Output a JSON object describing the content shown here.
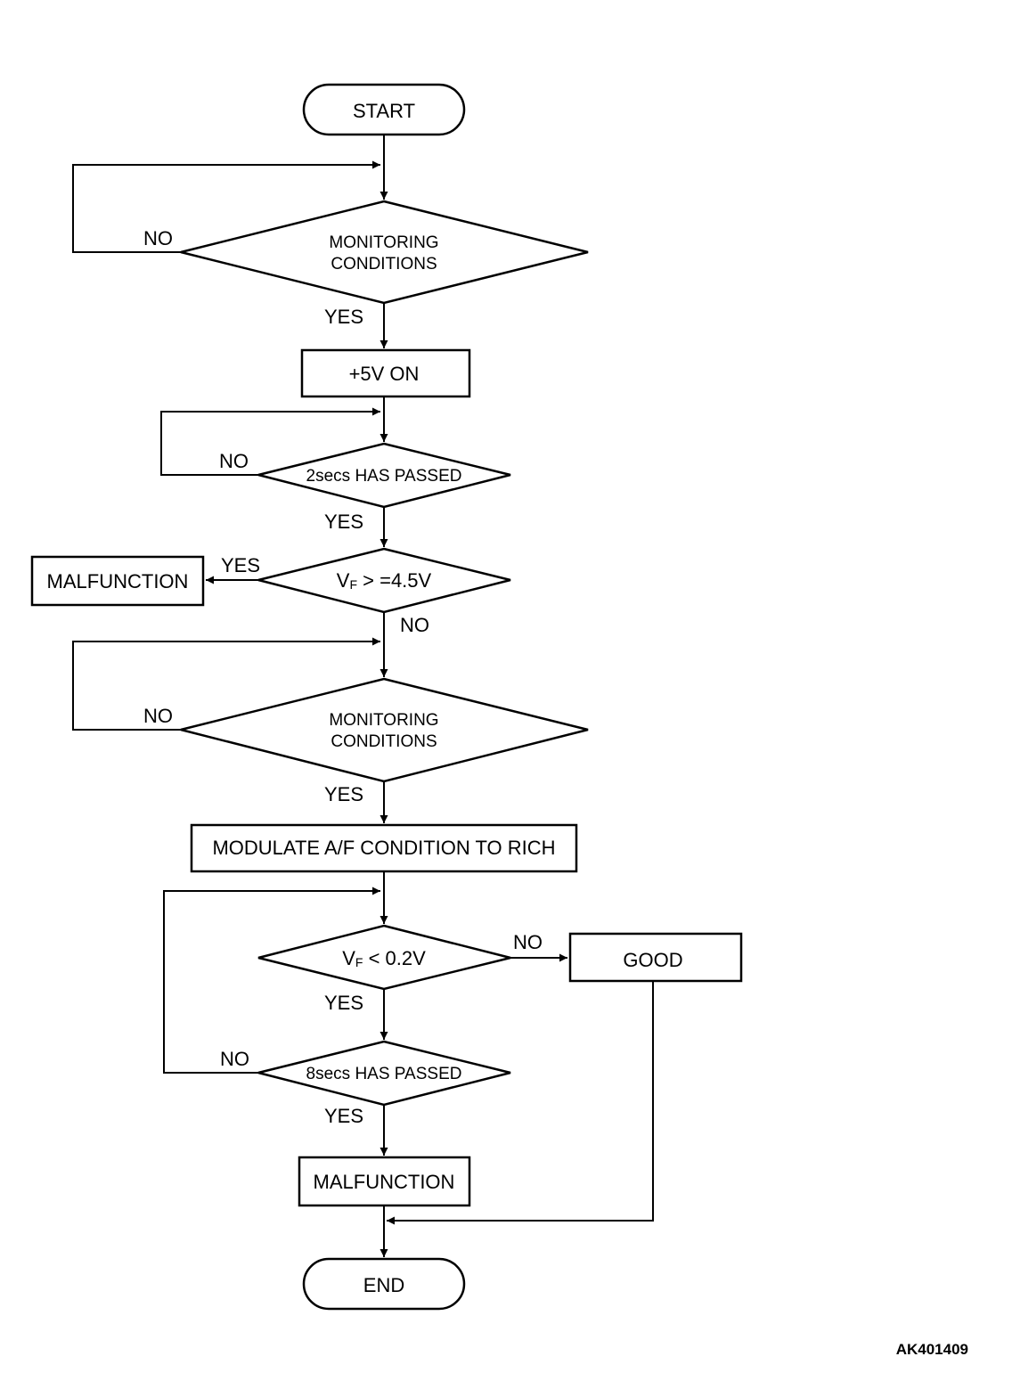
{
  "flowchart": {
    "start": "START",
    "end": "END",
    "monitoring_1": {
      "line1": "MONITORING",
      "line2": "CONDITIONS"
    },
    "step_5v": "+5V ON",
    "wait_2s": "2secs HAS PASSED",
    "check_vf_high": {
      "symbol": "V",
      "subscript": "F",
      "rest": " > =4.5V"
    },
    "malfunction_1": "MALFUNCTION",
    "monitoring_2": {
      "line1": "MONITORING",
      "line2": "CONDITIONS"
    },
    "modulate": "MODULATE A/F CONDITION TO RICH",
    "check_vf_low": {
      "symbol": "V",
      "subscript": "F",
      "rest": " < 0.2V"
    },
    "good": "GOOD",
    "wait_8s": "8secs HAS PASSED",
    "malfunction_2": "MALFUNCTION",
    "labels": {
      "m1_no": "NO",
      "m1_yes": "YES",
      "w2_no": "NO",
      "w2_yes": "YES",
      "vh_yes": "YES",
      "vh_no": "NO",
      "m2_no": "NO",
      "m2_yes": "YES",
      "vl_no": "NO",
      "vl_yes": "YES",
      "w8_no": "NO",
      "w8_yes": "YES"
    }
  },
  "figure_code": "AK401409"
}
